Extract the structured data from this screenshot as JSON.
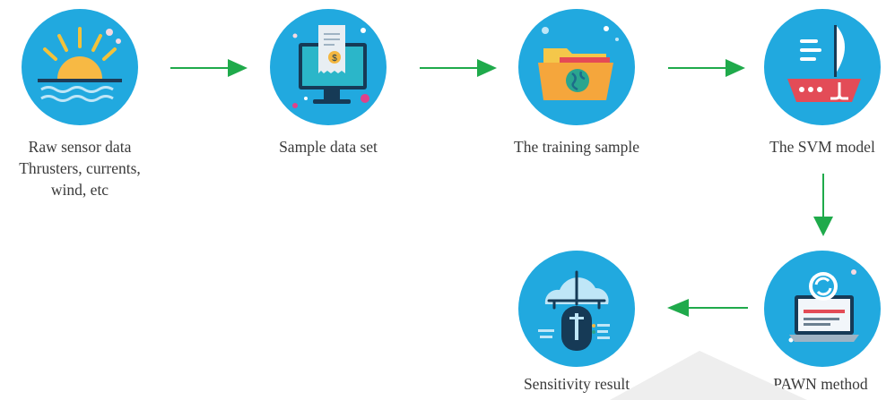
{
  "colors": {
    "node": "#21a9df",
    "arrow": "#1faa4b",
    "text": "#3a3a3a"
  },
  "nodes": [
    {
      "id": "raw",
      "icon": "sunrise-icon",
      "lines": [
        "Raw sensor data",
        "Thrusters, currents,",
        "wind, etc"
      ]
    },
    {
      "id": "sample",
      "icon": "monitor-receipt-icon",
      "lines": [
        "Sample data set"
      ]
    },
    {
      "id": "training",
      "icon": "folder-globe-icon",
      "lines": [
        "The training sample"
      ]
    },
    {
      "id": "svm",
      "icon": "ship-icon",
      "lines": [
        "The SVM model"
      ]
    },
    {
      "id": "pawn",
      "icon": "laptop-refresh-icon",
      "lines": [
        "PAWN method"
      ]
    },
    {
      "id": "sensitivity",
      "icon": "cloud-mouse-icon",
      "lines": [
        "Sensitivity result"
      ]
    }
  ],
  "edges": [
    {
      "from": "raw",
      "to": "sample"
    },
    {
      "from": "sample",
      "to": "training"
    },
    {
      "from": "training",
      "to": "svm"
    },
    {
      "from": "svm",
      "to": "pawn"
    },
    {
      "from": "pawn",
      "to": "sensitivity"
    }
  ]
}
